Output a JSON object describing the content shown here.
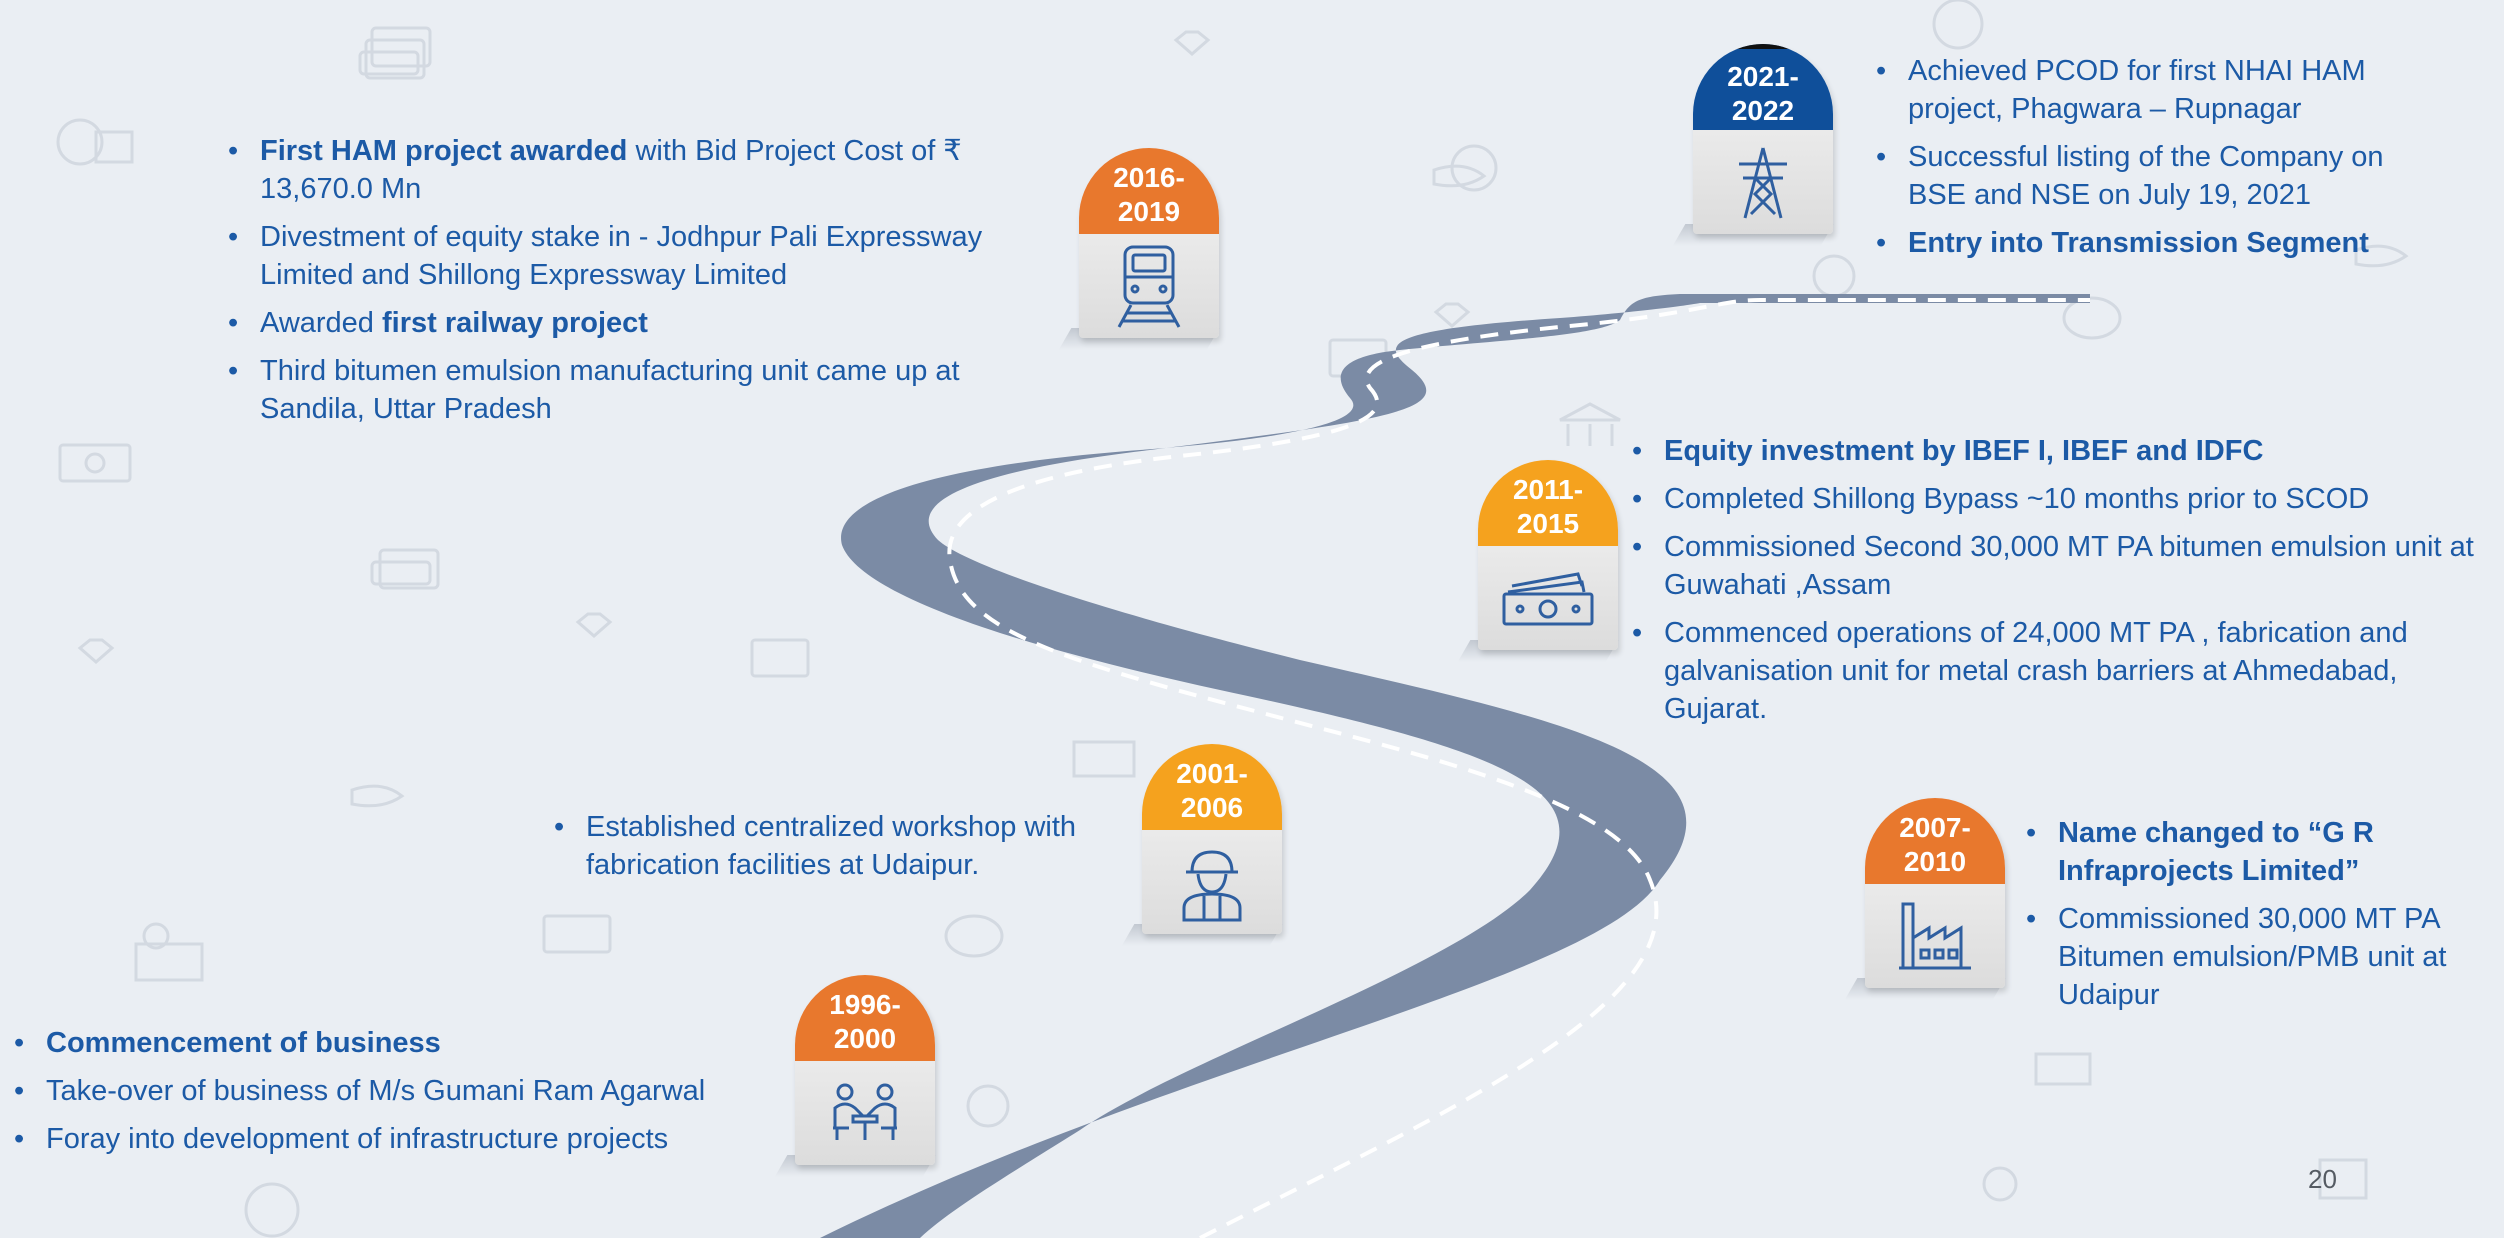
{
  "colors": {
    "background": "#eaeef3",
    "road": "#7b8ba5",
    "text": "#1c5aa6",
    "cap_orange": "#e8782d",
    "cap_amber": "#f5a21e",
    "cap_navy": "#0f4f9a",
    "icon": "#2f5fa0"
  },
  "milestones": [
    {
      "id": "m1996",
      "years": "1996-\n2000",
      "icon": "meeting-icon",
      "color": "#e8782d",
      "bullets": [
        [
          {
            "t": "Commencement of business",
            "b": true
          }
        ],
        [
          {
            "t": "Take-over of business of M/s Gumani Ram Agarwal",
            "b": false
          }
        ],
        [
          {
            "t": "Foray into development of infrastructure projects",
            "b": false
          }
        ]
      ]
    },
    {
      "id": "m2001",
      "years": "2001-\n2006",
      "icon": "worker-icon",
      "color": "#f5a21e",
      "bullets": [
        [
          {
            "t": "Established centralized workshop with fabrication facilities at Udaipur.",
            "b": false
          }
        ]
      ]
    },
    {
      "id": "m2007",
      "years": "2007-\n2010",
      "icon": "factory-icon",
      "color": "#e8782d",
      "bullets": [
        [
          {
            "t": "Name changed to “G R Infraprojects Limited”",
            "b": true
          }
        ],
        [
          {
            "t": "Commissioned 30,000 MT PA Bitumen emulsion/PMB unit at Udaipur",
            "b": false
          }
        ]
      ]
    },
    {
      "id": "m2011",
      "years": "2011-\n2015",
      "icon": "cash-icon",
      "color": "#f5a21e",
      "bullets": [
        [
          {
            "t": "Equity investment by IBEF I, IBEF and IDFC",
            "b": true
          }
        ],
        [
          {
            "t": "Completed Shillong Bypass ~10 months prior to SCOD",
            "b": false
          }
        ],
        [
          {
            "t": "Commissioned Second 30,000 MT PA bitumen emulsion unit at Guwahati ,Assam",
            "b": false
          }
        ],
        [
          {
            "t": "Commenced operations of 24,000 MT PA , fabrication and galvanisation unit for metal crash barriers at Ahmedabad, Gujarat.",
            "b": false
          }
        ]
      ]
    },
    {
      "id": "m2016",
      "years": "2016-\n2019",
      "icon": "train-icon",
      "color": "#e8782d",
      "bullets": [
        [
          {
            "t": "First HAM project awarded",
            "b": true
          },
          {
            "t": " with Bid Project Cost of ₹ 13,670.0 Mn",
            "b": false
          }
        ],
        [
          {
            "t": "Divestment of equity stake in - Jodhpur Pali Expressway Limited and Shillong Expressway Limited",
            "b": false
          }
        ],
        [
          {
            "t": "Awarded ",
            "b": false
          },
          {
            "t": "first railway project",
            "b": true
          }
        ],
        [
          {
            "t": "Third bitumen emulsion manufacturing unit came up at Sandila, Uttar Pradesh",
            "b": false
          }
        ]
      ]
    },
    {
      "id": "m2021",
      "years": "2021-\n2022",
      "icon": "transmission-tower-icon",
      "color": "#0f4f9a",
      "bullets": [
        [
          {
            "t": "Achieved PCOD for first NHAI HAM project, Phagwara – Rupnagar",
            "b": false
          }
        ],
        [
          {
            "t": "Successful listing of the Company on BSE and NSE on July 19, 2021",
            "b": false
          }
        ],
        [
          {
            "t": "Entry into Transmission Segment",
            "b": true
          }
        ]
      ]
    }
  ],
  "page_number": "20"
}
